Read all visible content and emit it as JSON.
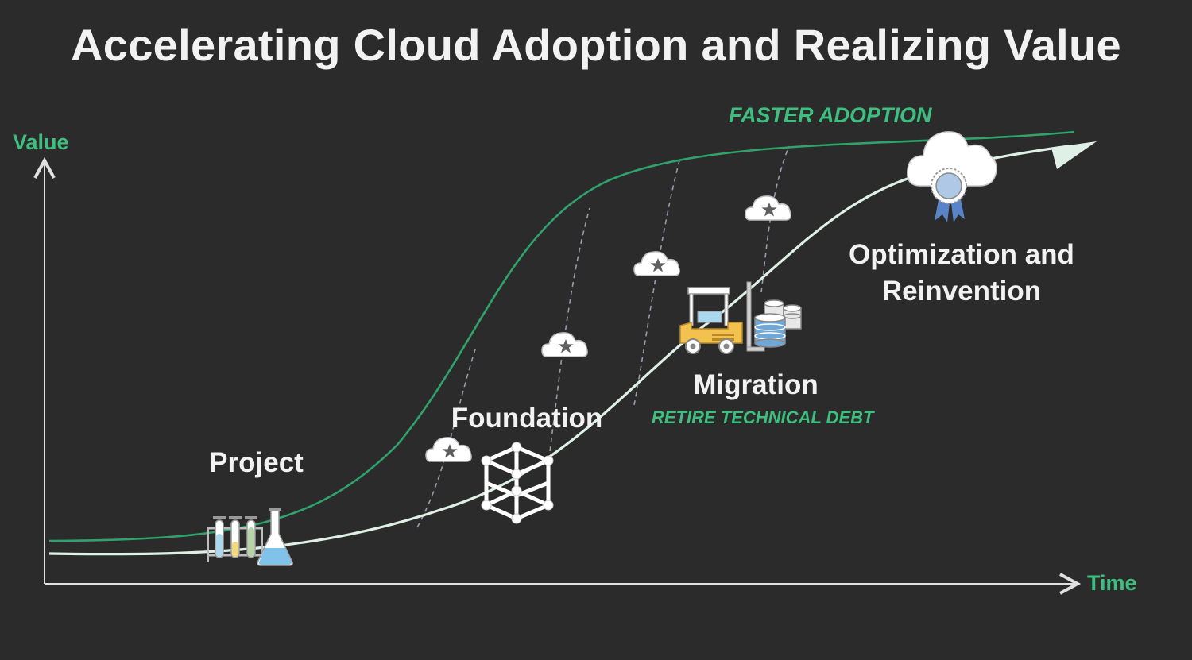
{
  "title": "Accelerating Cloud Adoption and Realizing Value",
  "axes": {
    "y_label": "Value",
    "x_label": "Time"
  },
  "curves": {
    "faster_label": "FASTER ADOPTION",
    "color_faster": "#2fa36b",
    "color_base": "#dff0e6"
  },
  "stages": {
    "project": "Project",
    "foundation": "Foundation",
    "migration": "Migration",
    "migration_sub": "RETIRE TECHNICAL DEBT",
    "optimization_line1": "Optimization and",
    "optimization_line2": "Reinvention"
  },
  "icons": [
    "test-tubes-flask-icon",
    "cube-frame-icon",
    "forklift-icon",
    "database-stack-icon",
    "award-cloud-icon",
    "star-cloud-icon"
  ],
  "colors": {
    "background": "#2b2b2b",
    "accent": "#3fbf7f",
    "text": "#f2f2f2"
  }
}
